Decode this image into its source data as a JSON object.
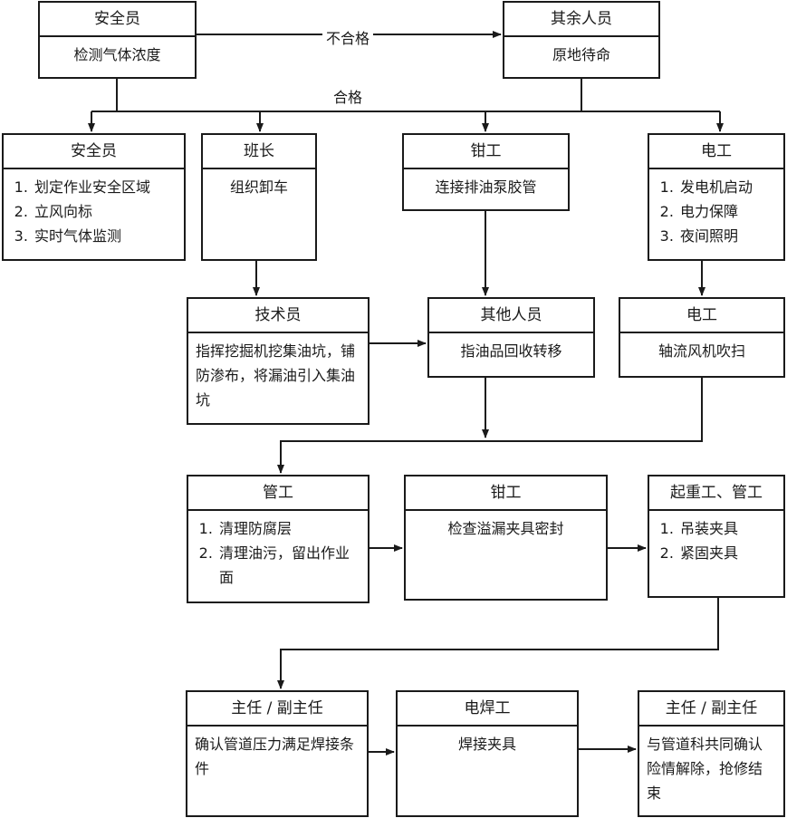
{
  "nodes": {
    "check": {
      "title": "安全员",
      "body": "检测气体浓度"
    },
    "others_wait": {
      "title": "其余人员",
      "body": "原地待命"
    },
    "safety": {
      "title": "安全员",
      "items": [
        "划定作业安全区域",
        "立风向标",
        "实时气体监测"
      ]
    },
    "monitor": {
      "title": "班长",
      "body": "组织卸车"
    },
    "fitter1": {
      "title": "钳工",
      "body": "连接排油泵胶管"
    },
    "electrician1": {
      "title": "电工",
      "items": [
        "发电机启动",
        "电力保障",
        "夜间照明"
      ]
    },
    "technician": {
      "title": "技术员",
      "body": "指挥挖掘机挖集油坑，铺防渗布，将漏油引入集油坑"
    },
    "others_oil": {
      "title": "其他人员",
      "body": "指油品回收转移"
    },
    "electrician2": {
      "title": "电工",
      "body": "轴流风机吹扫"
    },
    "pipefitter": {
      "title": "管工",
      "items": [
        "清理防腐层",
        "清理油污，留出作业面"
      ]
    },
    "fitter2": {
      "title": "钳工",
      "body": "检查溢漏夹具密封"
    },
    "rigger": {
      "title": "起重工、管工",
      "items": [
        "吊装夹具",
        "紧固夹具"
      ]
    },
    "director1": {
      "title": "主任 / 副主任",
      "body": "确认管道压力满足焊接条件"
    },
    "welder": {
      "title": "电焊工",
      "body": "焊接夹具"
    },
    "director2": {
      "title": "主任 / 副主任",
      "body": "与管道科共同确认险情解除，抢修结束"
    }
  },
  "edges": {
    "fail_label": "不合格",
    "pass_label": "合格"
  }
}
